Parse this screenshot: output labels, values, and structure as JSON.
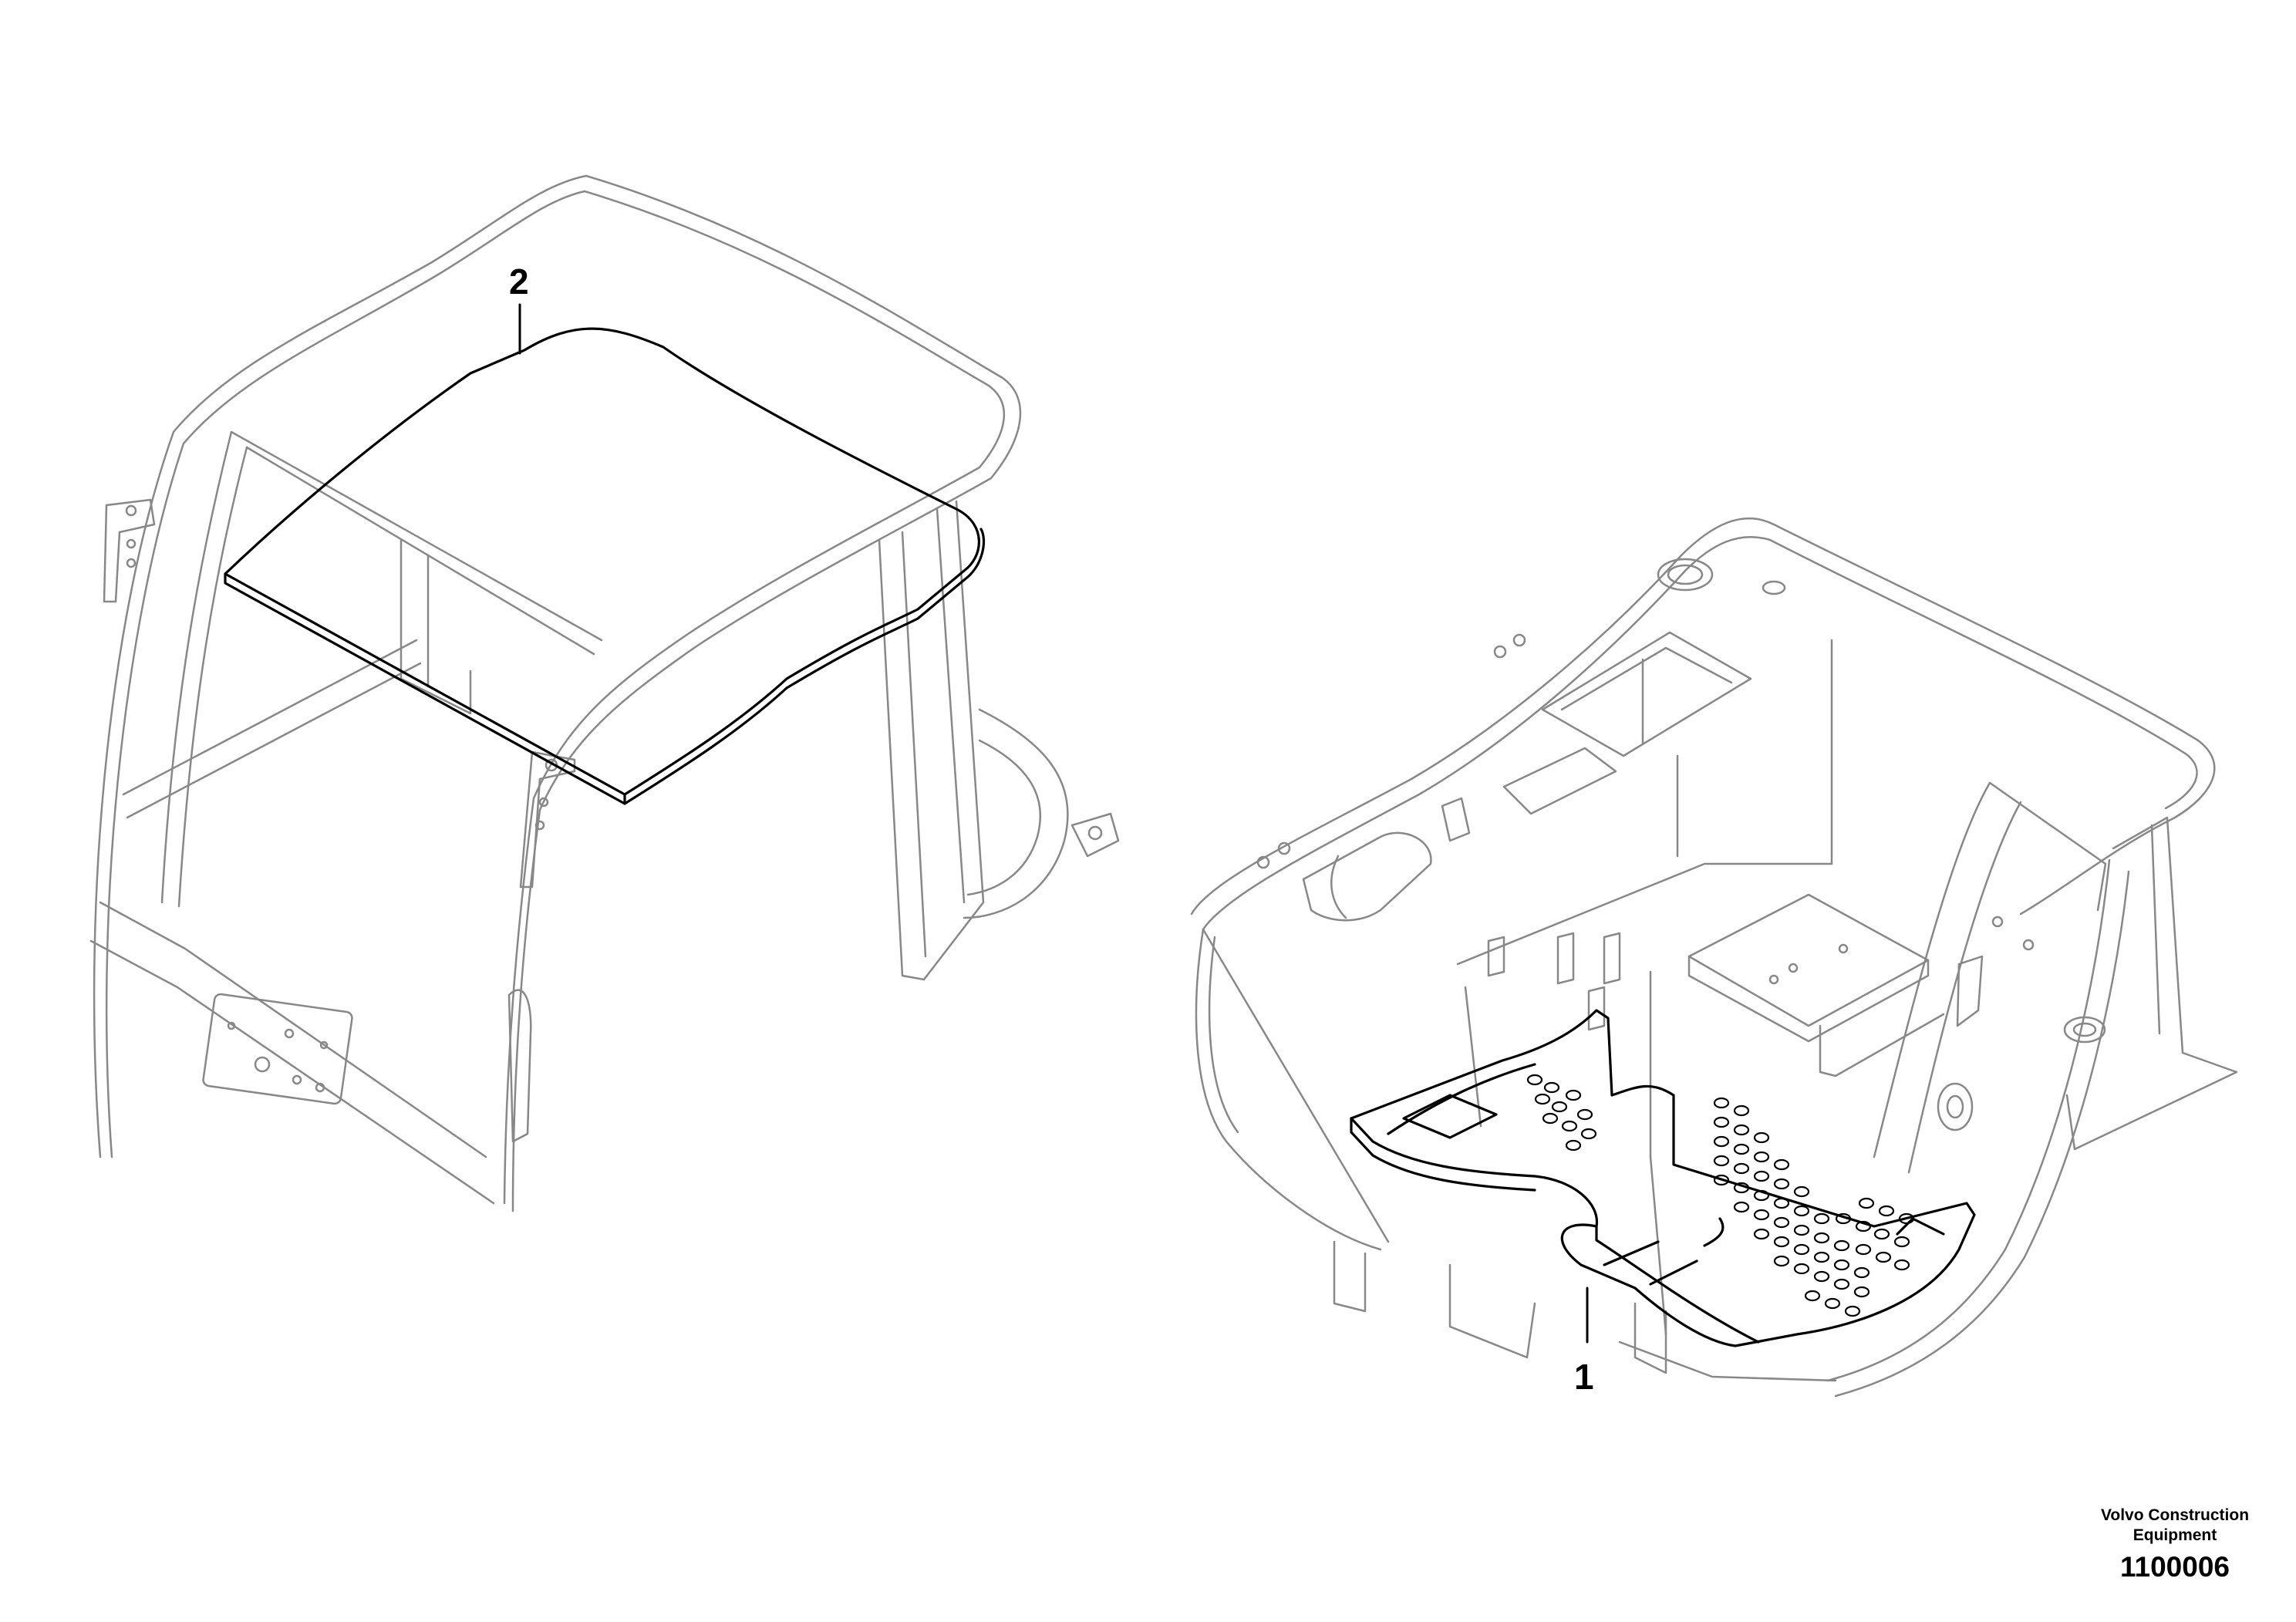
{
  "callouts": [
    {
      "id": "1",
      "label": "1"
    },
    {
      "id": "2",
      "label": "2"
    }
  ],
  "footer": {
    "company_line1": "Volvo Construction",
    "company_line2": "Equipment",
    "drawing_number": "1100006"
  }
}
